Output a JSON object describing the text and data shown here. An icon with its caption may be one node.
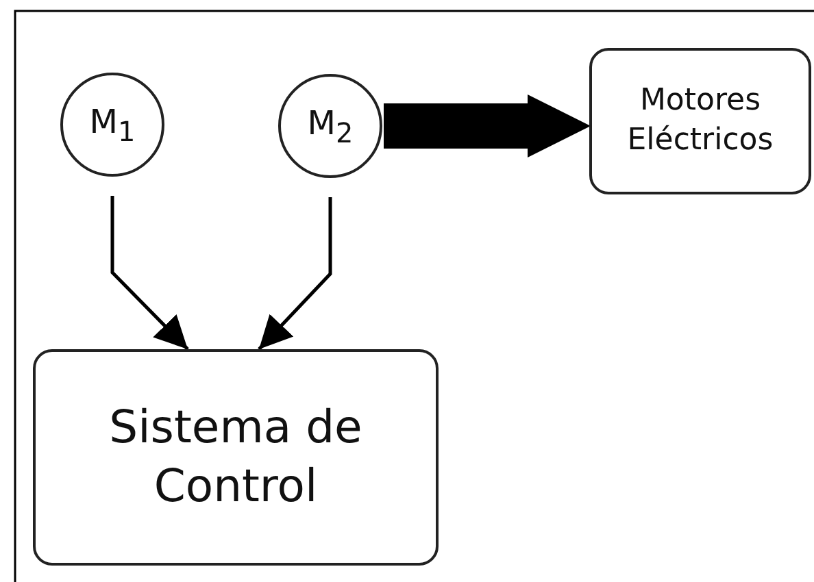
{
  "diagram": {
    "nodes": [
      {
        "text": [
          "M$_{1}$"
        ]
      },
      {
        "text": [
          "M$_{2}$"
        ]
      },
      {
        "text": [
          "Motores Eléctricos"
        ]
      },
      {
        "text": [
          "Sistema de Control"
        ]
      }
    ],
    "edges": [
      {
        "from": 1,
        "to": 2,
        "arrow": "to",
        "style": "thick"
      },
      {
        "from": 0,
        "to": 3,
        "arrow": "to"
      },
      {
        "from": 1,
        "to": 3,
        "arrow": "to"
      }
    ]
  }
}
